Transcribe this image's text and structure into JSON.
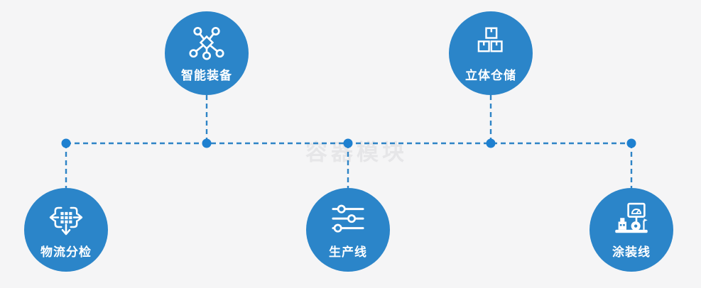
{
  "watermark": "容器模块",
  "colors": {
    "circle_blue": "#2b85c9",
    "dot_blue": "#1e80d0",
    "line_blue": "#2e84c6",
    "background": "#f5f5f6",
    "label_white": "#ffffff",
    "watermark_gray": "#e6e6e8"
  },
  "nodes": [
    {
      "id": "smart-equipment",
      "label": "智能装备",
      "icon": "network-nodes-icon",
      "row": "top"
    },
    {
      "id": "warehouse",
      "label": "立体仓储",
      "icon": "stacked-boxes-icon",
      "row": "top"
    },
    {
      "id": "logistics",
      "label": "物流分检",
      "icon": "sorting-arrows-icon",
      "row": "bottom"
    },
    {
      "id": "production-line",
      "label": "生产线",
      "icon": "sliders-icon",
      "row": "bottom"
    },
    {
      "id": "painting-line",
      "label": "涂装线",
      "icon": "machine-monitor-icon",
      "row": "bottom"
    }
  ]
}
